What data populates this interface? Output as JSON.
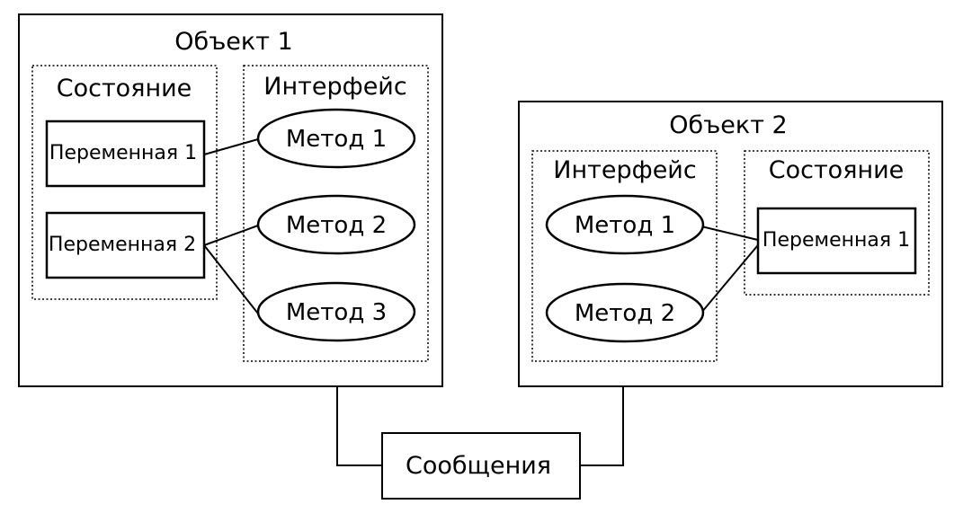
{
  "object1": {
    "title": "Объект 1",
    "state": {
      "label": "Состояние",
      "variables": [
        "Переменная 1",
        "Переменная 2"
      ]
    },
    "interface": {
      "label": "Интерфейс",
      "methods": [
        "Метод 1",
        "Метод 2",
        "Метод 3"
      ]
    }
  },
  "object2": {
    "title": "Объект 2",
    "interface": {
      "label": "Интерфейс",
      "methods": [
        "Метод 1",
        "Метод 2"
      ]
    },
    "state": {
      "label": "Состояние",
      "variables": [
        "Переменная 1"
      ]
    }
  },
  "messages": {
    "label": "Сообщения"
  }
}
